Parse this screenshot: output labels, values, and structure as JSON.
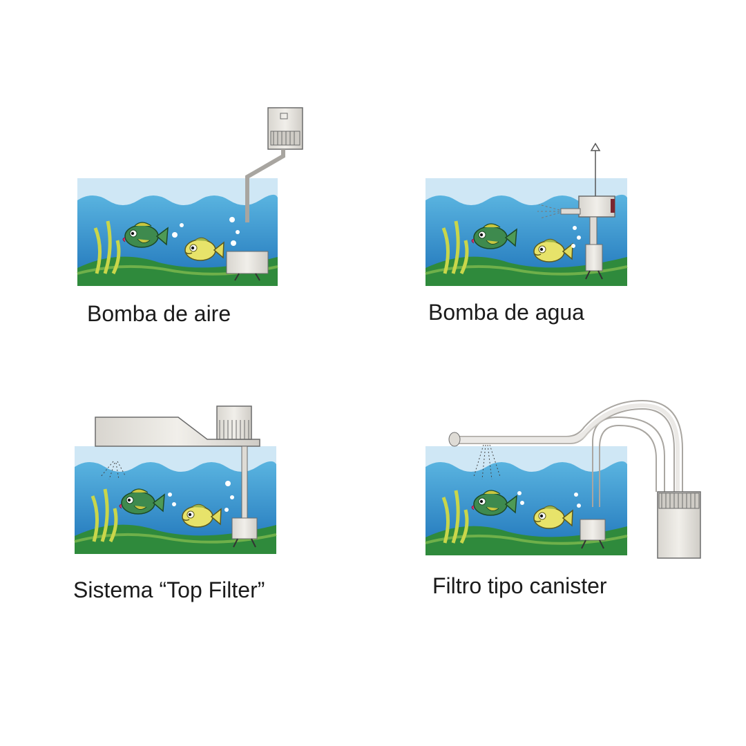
{
  "panels": [
    {
      "caption": "Bomba de aire"
    },
    {
      "caption": "Bomba de agua"
    },
    {
      "caption": "Sistema “Top Filter”"
    },
    {
      "caption": "Filtro tipo canister"
    }
  ],
  "colors": {
    "water_top": "#4aa8d8",
    "water_bottom": "#1f7ec4",
    "sand": "#2f8a3c",
    "sand_light": "#6fb04a",
    "plant": "#c9d64a",
    "fish_green": "#3e8a4e",
    "fish_yellow": "#e7e36a",
    "equipment": "#e6e3dd",
    "equipment_stroke": "#6b6b6b",
    "tube": "#d3d0ca"
  }
}
